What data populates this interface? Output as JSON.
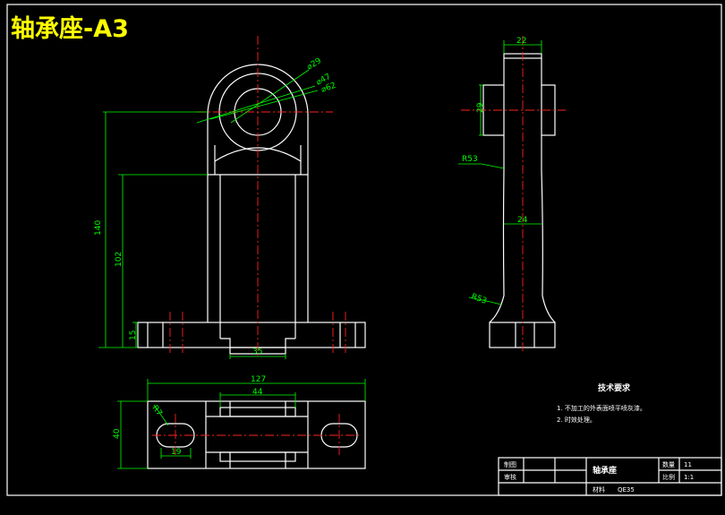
{
  "drawing": {
    "title": "轴承座-A3"
  },
  "dimensions": {
    "d29": "⌀29",
    "d47": "⌀47",
    "d62": "⌀62",
    "h140": "140",
    "h102": "102",
    "h15": "15",
    "w35": "35",
    "w22": "22",
    "h29": "29",
    "r53_top": "R53",
    "w24": "24",
    "r53_bottom": "R53",
    "w127": "127",
    "w44": "44",
    "r7": "R7",
    "h40": "40",
    "w19": "19"
  },
  "tech_requirements": {
    "heading": "技术要求",
    "items": [
      "1. 不加工的外表面喷平喷灰漆。",
      "2. 时效处理。"
    ]
  },
  "title_block": {
    "drafter_label": "制图",
    "reviewer_label": "审核",
    "part_name": "轴承座",
    "qty_label": "数量",
    "qty_value": "11",
    "scale_label": "比例",
    "scale_value": "1:1",
    "material_label": "材料",
    "material_value": "QE35"
  }
}
